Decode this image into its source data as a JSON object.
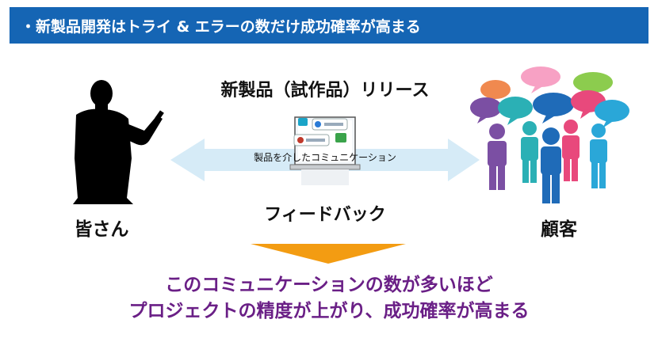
{
  "header": {
    "text": "・新製品開発はトライ & エラーの数だけ成功確率が高まる"
  },
  "release": {
    "label": "新製品（試作品）リリース"
  },
  "arrow": {
    "label": "製品を介したコミュニケーション"
  },
  "feedback": {
    "label": "フィードバック"
  },
  "presenter": {
    "label": "皆さん"
  },
  "customers": {
    "label": "顧客"
  },
  "conclusion": {
    "line1": "このコミュニケーションの数が多いほど",
    "line2": "プロジェクトの精度が上がり、成功確率が高まる"
  },
  "colors": {
    "header_bg": "#1565b4",
    "arrow_fill": "#d6ebf7",
    "down_arrow": "#f39c12",
    "conclusion_text": "#6a1f86",
    "silhouette": "#000000"
  },
  "icons": {
    "presenter": "person-pointing-silhouette-icon",
    "laptop": "laptop-chat-icon",
    "customers": "customer-group-speech-bubbles-icon",
    "down_arrow": "down-arrow-icon"
  }
}
